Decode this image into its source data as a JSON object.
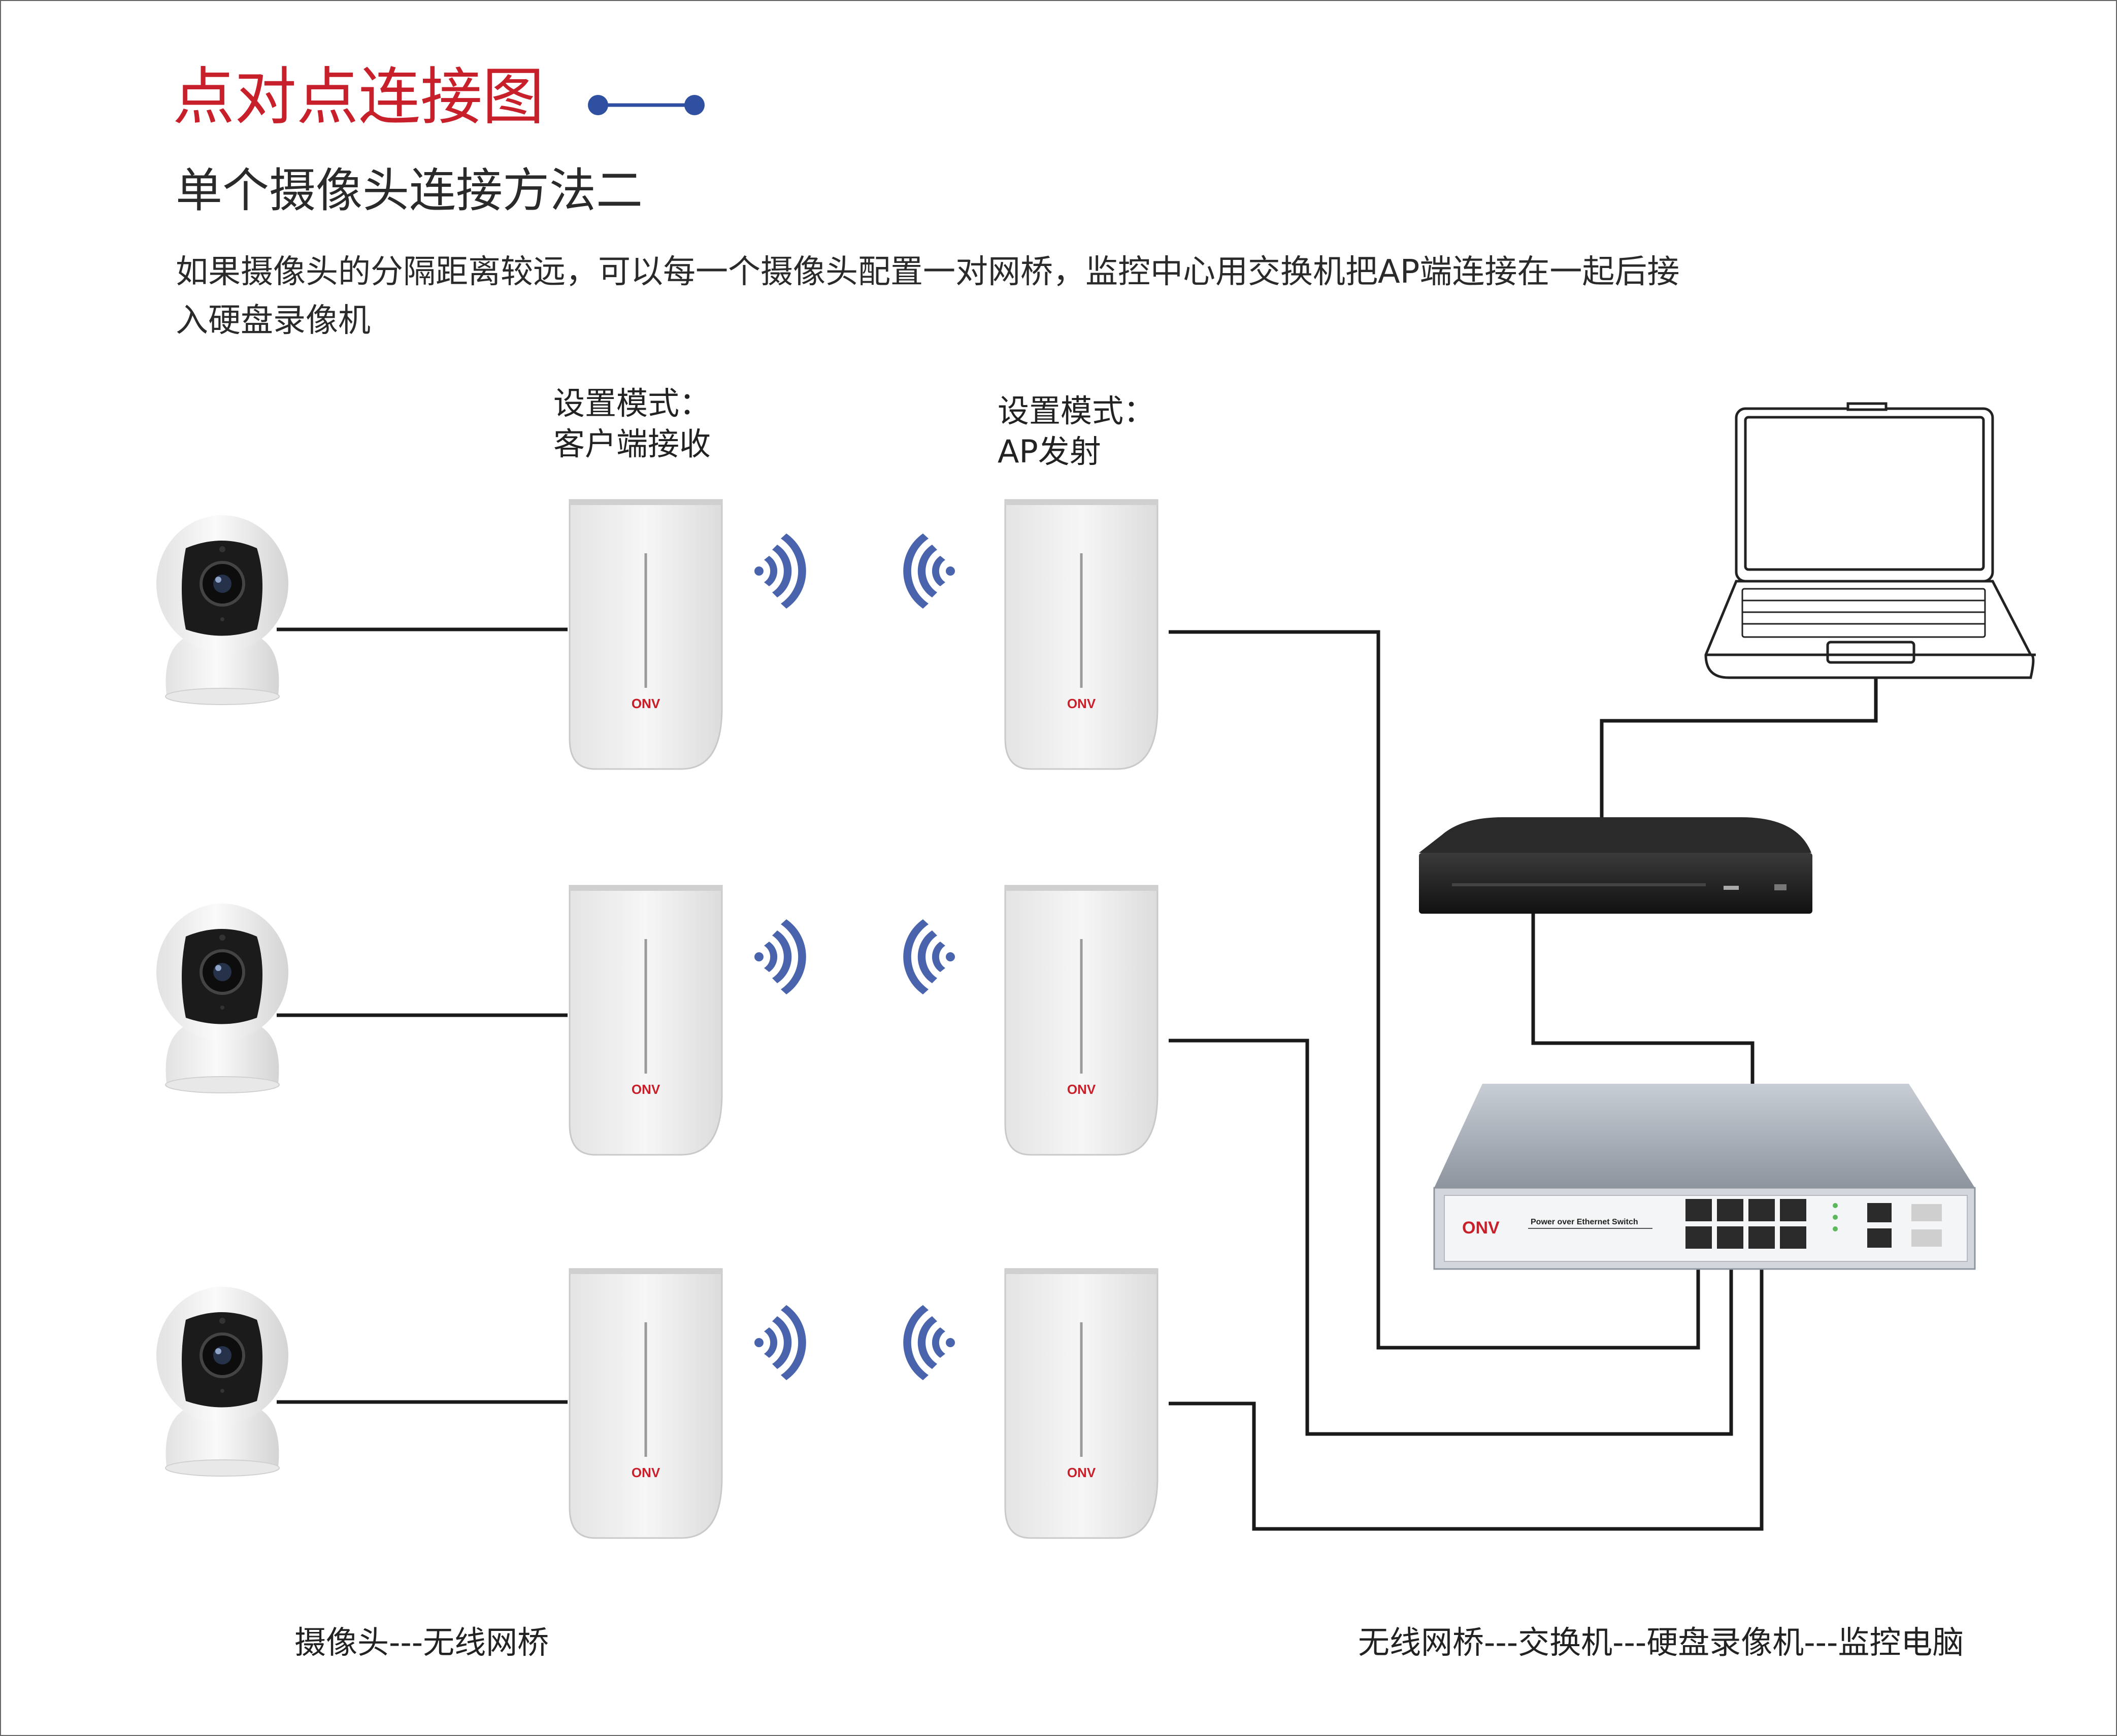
{
  "title": "点对点连接图",
  "subtitle": "单个摄像头连接方法二",
  "description": "如果摄像头的分隔距离较远，可以每一个摄像头配置一对网桥，监控中心用交换机把AP端连接在一起后接入硬盘录像机",
  "labels": {
    "client_mode_line1": "设置模式：",
    "client_mode_line2": "客户端接收",
    "ap_mode_line1": "设置模式：",
    "ap_mode_line2": "AP发射"
  },
  "footer": {
    "left": "摄像头---无线网桥",
    "right": "无线网桥---交换机---硬盘录像机---监控电脑"
  },
  "devices": {
    "bridge_brand": "ONV",
    "switch_brand": "ONV",
    "switch_title": "Power over Ethernet Switch"
  },
  "colors": {
    "title": "#c8202a",
    "accent": "#2f4fa0",
    "wifi": "#4a63ad",
    "cable": "#1a1a1a"
  },
  "icons": [
    "camera-icon",
    "wireless-bridge-icon",
    "wifi-signal-icon",
    "laptop-icon",
    "nvr-icon",
    "poe-switch-icon"
  ]
}
